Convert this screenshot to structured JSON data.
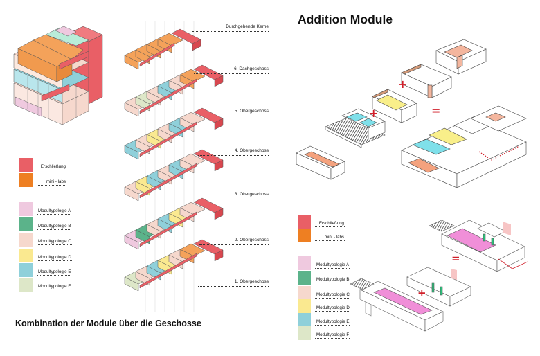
{
  "left_panel": {
    "title": "Kombination der Module über die Geschosse",
    "legend_core": [
      {
        "label": "Erschließung",
        "color": "#e95f66"
      },
      {
        "label": "mini - labs",
        "color": "#ee7f22"
      }
    ],
    "legend_modules": [
      {
        "label": "Modultypologie A",
        "color": "#efc9df"
      },
      {
        "label": "Modultypologie B",
        "color": "#5bb38a"
      },
      {
        "label": "Modultypologie C",
        "color": "#f6d8cd"
      },
      {
        "label": "Modultypologie D",
        "color": "#fae990"
      },
      {
        "label": "Modultypologie E",
        "color": "#8fd0da"
      },
      {
        "label": "Modultypologie F",
        "color": "#dde7c8"
      }
    ],
    "floors": [
      {
        "label": "Durchgehende Kerne"
      },
      {
        "label": "6. Dachgeschoss"
      },
      {
        "label": "5. Obergeschoss"
      },
      {
        "label": "4. Obergeschoss"
      },
      {
        "label": "3. Obergeschoss"
      },
      {
        "label": "2. Obergeschoss"
      },
      {
        "label": "1. Obergeschoss"
      }
    ]
  },
  "right_panel": {
    "title": "Addition Module",
    "operators": {
      "plus": "+",
      "equals": "="
    },
    "legend_core": [
      {
        "label": "Erschließung",
        "color": "#e95f66"
      },
      {
        "label": "mini - labs",
        "color": "#ee7f22"
      }
    ],
    "legend_modules": [
      {
        "label": "Modultypologie A",
        "color": "#efc9df"
      },
      {
        "label": "Modultypologie B",
        "color": "#5bb38a"
      },
      {
        "label": "Modultypologie C",
        "color": "#f6d8cd"
      },
      {
        "label": "Modultypologie D",
        "color": "#fae990"
      },
      {
        "label": "Modultypologie E",
        "color": "#8fd0da"
      },
      {
        "label": "Modultypologie F",
        "color": "#dde7c8"
      }
    ]
  },
  "colors": {
    "core": "#e95f66",
    "core_dark": "#d8474f",
    "lab": "#f4a25a",
    "wall": "#c98a66",
    "pink_floor": "#f08fd8",
    "green_wall": "#29c07a",
    "yellow_floor": "#f9ef8a",
    "cyan_floor": "#7fe0ea",
    "salmon_floor": "#f4a27e"
  }
}
